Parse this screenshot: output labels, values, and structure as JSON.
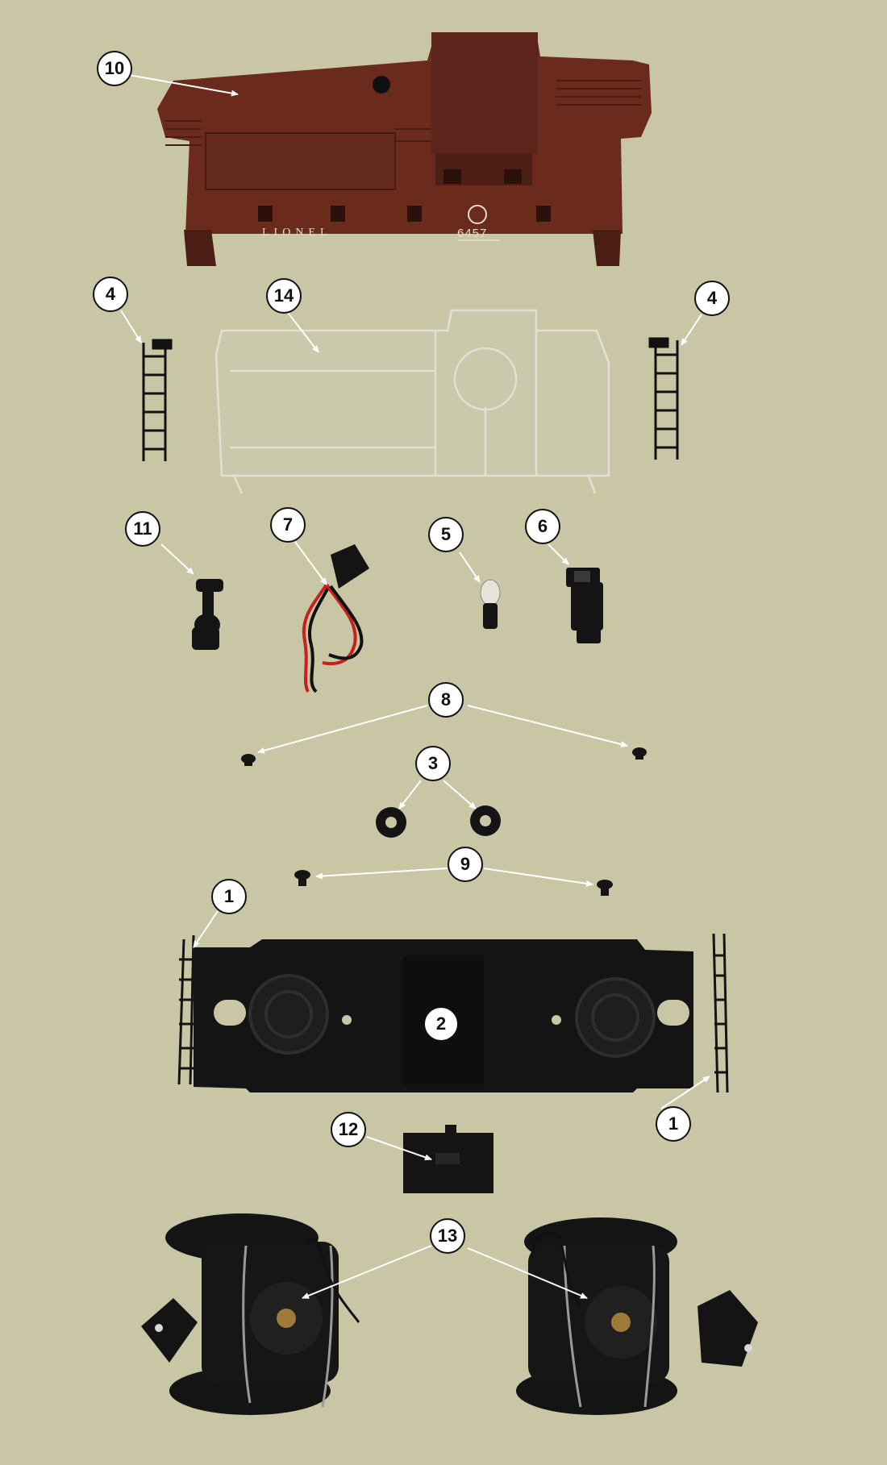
{
  "caboose_lettering": {
    "road_name": "LIONEL",
    "number": "6457"
  },
  "colors": {
    "background": "#c9c6a6",
    "body": "#6a2b1d",
    "parts": "#141414",
    "callout_fill": "#ffffff",
    "leader_lines": "#ffffff",
    "wire_red": "#c8201c"
  },
  "callouts": [
    {
      "id": "l10",
      "text": "10",
      "part": "caboose body shell"
    },
    {
      "id": "l14",
      "text": "14",
      "part": "clear window insert"
    },
    {
      "id": "l4a",
      "text": "4",
      "part": "end ladder (left)"
    },
    {
      "id": "l4b",
      "text": "4",
      "part": "end ladder (right)"
    },
    {
      "id": "l11",
      "text": "11",
      "part": "smokestack"
    },
    {
      "id": "l7",
      "text": "7",
      "part": "lamp socket with wires"
    },
    {
      "id": "l5",
      "text": "5",
      "part": "bulb"
    },
    {
      "id": "l6",
      "text": "6",
      "part": "lamp bracket"
    },
    {
      "id": "l8",
      "text": "8",
      "part": "body screws"
    },
    {
      "id": "l3",
      "text": "3",
      "part": "washers"
    },
    {
      "id": "l9",
      "text": "9",
      "part": "truck rivets"
    },
    {
      "id": "l1a",
      "text": "1",
      "part": "end railing (left)"
    },
    {
      "id": "l2",
      "text": "2",
      "part": "frame"
    },
    {
      "id": "l1b",
      "text": "1",
      "part": "end railing (right)"
    },
    {
      "id": "l12",
      "text": "12",
      "part": "battery/tool box"
    },
    {
      "id": "l13",
      "text": "13",
      "part": "trucks"
    }
  ]
}
